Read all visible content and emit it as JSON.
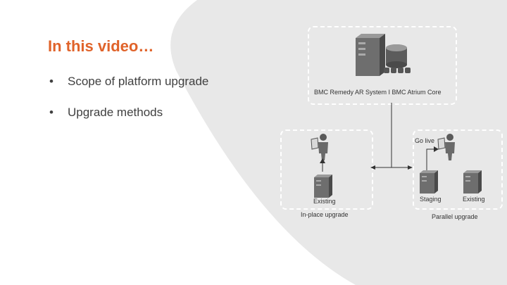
{
  "slide": {
    "title": "In this video…",
    "bullets": [
      "Scope of platform upgrade",
      "Upgrade methods"
    ],
    "accent_color": "#e0632a",
    "bg_shape_color": "#e8e8e8"
  },
  "diagram": {
    "top_label": "BMC Remedy AR System  I  BMC Atrium Core",
    "go_live": "Go live",
    "inplace": {
      "server_label": "Existing",
      "caption": "In-place upgrade"
    },
    "parallel": {
      "staging_label": "Staging",
      "existing_label": "Existing",
      "caption": "Parallel upgrade"
    }
  }
}
